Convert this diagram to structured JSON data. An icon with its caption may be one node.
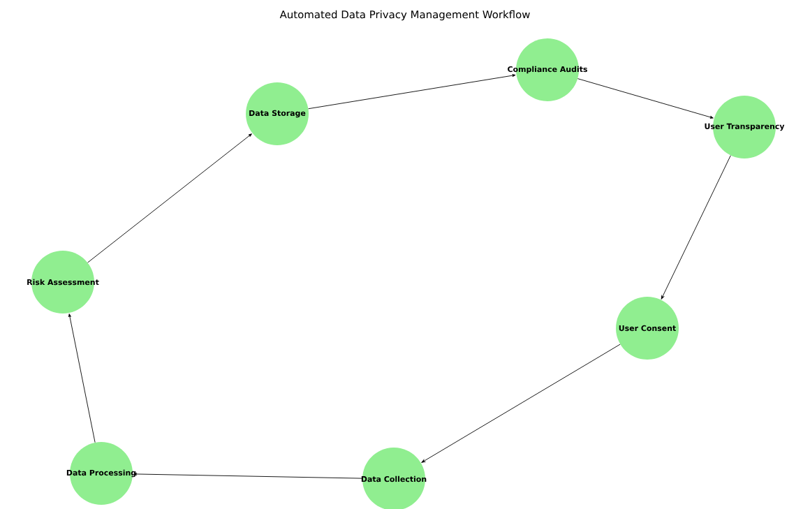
{
  "diagram": {
    "title": "Automated Data Privacy Management Workflow",
    "nodes": [
      {
        "text": [
          "Data Collection"
        ]
      },
      {
        "text": [
          "Data Processing"
        ]
      },
      {
        "text": [
          "Risk Assessment"
        ]
      },
      {
        "text": [
          "Data Storage"
        ]
      },
      {
        "text": [
          "Compliance Audits"
        ]
      },
      {
        "text": [
          "User Transparency"
        ]
      },
      {
        "text": [
          "User Consent"
        ]
      }
    ],
    "edges": [
      {
        "from": 0,
        "to": 1,
        "arrow": "to"
      },
      {
        "from": 1,
        "to": 2,
        "arrow": "to"
      },
      {
        "from": 2,
        "to": 3,
        "arrow": "to"
      },
      {
        "from": 3,
        "to": 4,
        "arrow": "to"
      },
      {
        "from": 4,
        "to": 5,
        "arrow": "to"
      },
      {
        "from": 5,
        "to": 6,
        "arrow": "to"
      },
      {
        "from": 6,
        "to": 0,
        "arrow": "to"
      }
    ]
  }
}
